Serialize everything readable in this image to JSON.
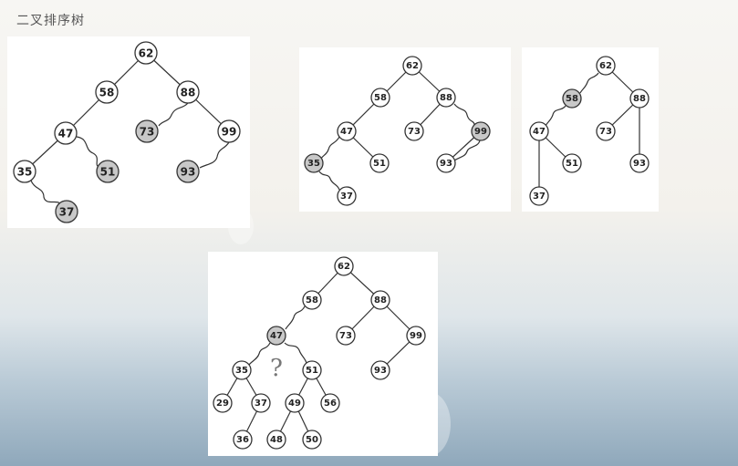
{
  "title": "二叉排序树",
  "trees": [
    {
      "id": "tree-a",
      "nodes": [
        {
          "id": "62",
          "label": "62"
        },
        {
          "id": "58",
          "label": "58"
        },
        {
          "id": "88",
          "label": "88"
        },
        {
          "id": "47",
          "label": "47"
        },
        {
          "id": "73",
          "label": "73",
          "highlight": true
        },
        {
          "id": "99",
          "label": "99"
        },
        {
          "id": "35",
          "label": "35"
        },
        {
          "id": "51",
          "label": "51",
          "highlight": true
        },
        {
          "id": "93",
          "label": "93",
          "highlight": true
        },
        {
          "id": "37",
          "label": "37",
          "highlight": true
        }
      ]
    },
    {
      "id": "tree-b",
      "nodes": [
        {
          "id": "62",
          "label": "62"
        },
        {
          "id": "58",
          "label": "58"
        },
        {
          "id": "88",
          "label": "88"
        },
        {
          "id": "47",
          "label": "47"
        },
        {
          "id": "73",
          "label": "73"
        },
        {
          "id": "99",
          "label": "99",
          "highlight": true
        },
        {
          "id": "35",
          "label": "35",
          "highlight": true
        },
        {
          "id": "51",
          "label": "51"
        },
        {
          "id": "93",
          "label": "93"
        },
        {
          "id": "37",
          "label": "37"
        }
      ]
    },
    {
      "id": "tree-c",
      "nodes": [
        {
          "id": "62",
          "label": "62"
        },
        {
          "id": "58",
          "label": "58",
          "highlight": true
        },
        {
          "id": "88",
          "label": "88"
        },
        {
          "id": "47",
          "label": "47"
        },
        {
          "id": "73",
          "label": "73"
        },
        {
          "id": "51",
          "label": "51"
        },
        {
          "id": "93",
          "label": "93"
        },
        {
          "id": "37",
          "label": "37"
        }
      ]
    },
    {
      "id": "tree-d",
      "question_mark": "?",
      "nodes": [
        {
          "id": "62",
          "label": "62"
        },
        {
          "id": "58",
          "label": "58"
        },
        {
          "id": "88",
          "label": "88"
        },
        {
          "id": "47",
          "label": "47",
          "highlight": true
        },
        {
          "id": "73",
          "label": "73"
        },
        {
          "id": "99",
          "label": "99"
        },
        {
          "id": "35",
          "label": "35"
        },
        {
          "id": "51",
          "label": "51"
        },
        {
          "id": "93",
          "label": "93"
        },
        {
          "id": "29",
          "label": "29"
        },
        {
          "id": "37",
          "label": "37"
        },
        {
          "id": "49",
          "label": "49"
        },
        {
          "id": "56",
          "label": "56"
        },
        {
          "id": "36",
          "label": "36"
        },
        {
          "id": "48",
          "label": "48"
        },
        {
          "id": "50",
          "label": "50"
        }
      ]
    }
  ]
}
